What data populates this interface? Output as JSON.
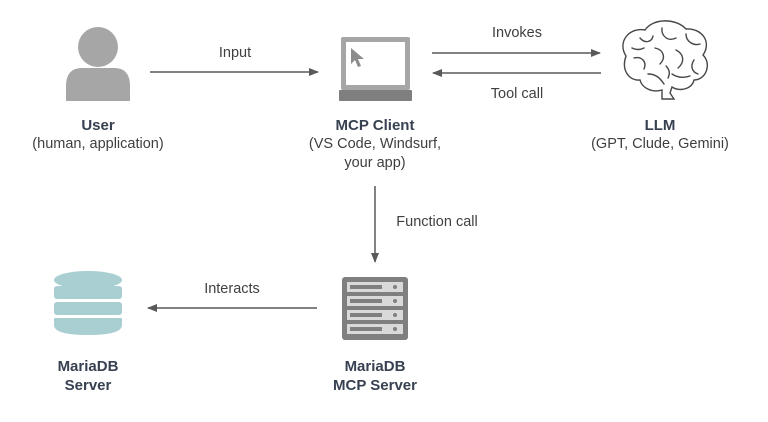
{
  "nodes": {
    "user": {
      "title": "User",
      "subtitle": "(human, application)"
    },
    "mcp_client": {
      "title": "MCP Client",
      "subtitle_line1": "(VS Code, Windsurf,",
      "subtitle_line2": "your app)"
    },
    "llm": {
      "title": "LLM",
      "subtitle": "(GPT, Clude, Gemini)"
    },
    "mariadb_server": {
      "title_line1": "MariaDB",
      "title_line2": "Server"
    },
    "mariadb_mcp_server": {
      "title_line1": "MariaDB",
      "title_line2": "MCP Server"
    }
  },
  "edges": {
    "input": "Input",
    "invokes": "Invokes",
    "tool_call": "Tool call",
    "function_call": "Function call",
    "interacts": "Interacts"
  },
  "colors": {
    "icon_gray": "#a6a6a6",
    "icon_dark": "#7f7f7f",
    "database_teal": "#a9cfd3",
    "arrow": "#595959",
    "title_text": "#374151",
    "label_text": "#3f3f3f"
  },
  "icons": {
    "user": "user-silhouette-icon",
    "client": "monitor-cursor-icon",
    "llm": "brain-icon",
    "database": "database-cylinder-icon",
    "server": "server-rack-icon"
  }
}
